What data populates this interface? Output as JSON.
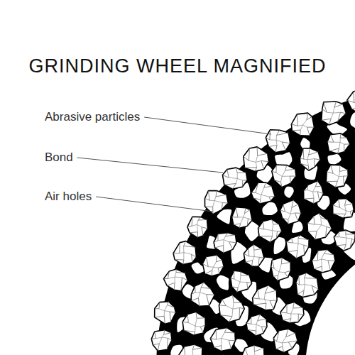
{
  "diagram": {
    "title": "GRINDING WHEEL MAGNIFIED",
    "labels": [
      "Abrasive particles",
      "Bond",
      "Air holes"
    ]
  }
}
